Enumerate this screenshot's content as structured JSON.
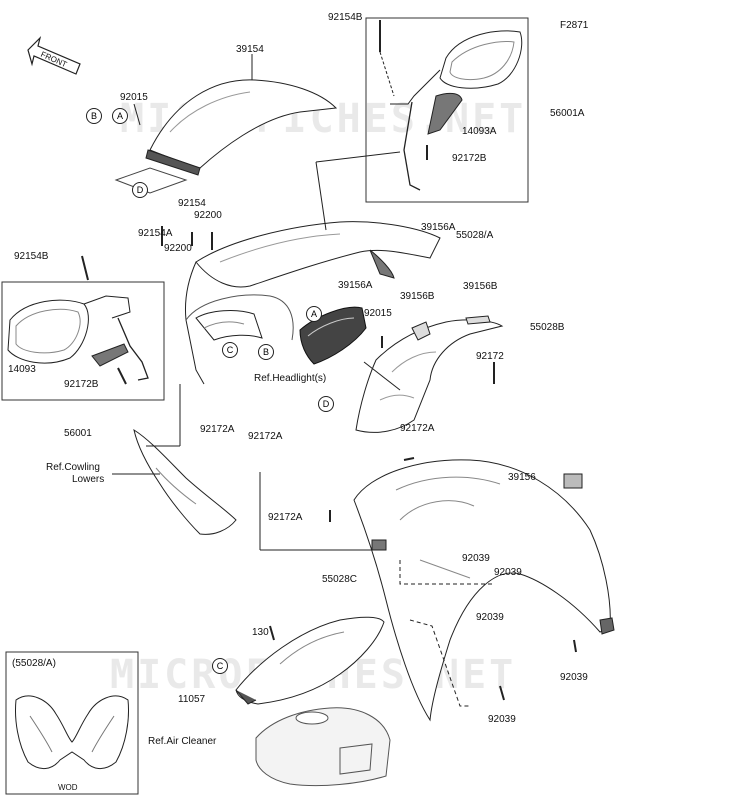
{
  "diagram_code": "F2871",
  "watermark": "MICROFICHES.NET",
  "front_arrow": "FRONT",
  "parts": [
    {
      "id": "p1",
      "label": "92154B"
    },
    {
      "id": "p2",
      "label": "39154"
    },
    {
      "id": "p3",
      "label": "92015"
    },
    {
      "id": "p4",
      "label": "56001A"
    },
    {
      "id": "p5",
      "label": "14093A"
    },
    {
      "id": "p6",
      "label": "92172B"
    },
    {
      "id": "p7",
      "label": "92154"
    },
    {
      "id": "p8",
      "label": "92200"
    },
    {
      "id": "p9",
      "label": "55028/A"
    },
    {
      "id": "p10",
      "label": "39156A"
    },
    {
      "id": "p11",
      "label": "92154A"
    },
    {
      "id": "p12",
      "label": "92200"
    },
    {
      "id": "p13",
      "label": "92154B"
    },
    {
      "id": "p14",
      "label": "39156A"
    },
    {
      "id": "p15",
      "label": "39156B"
    },
    {
      "id": "p16",
      "label": "39156B"
    },
    {
      "id": "p17",
      "label": "92015"
    },
    {
      "id": "p18",
      "label": "55028B"
    },
    {
      "id": "p19",
      "label": "14093"
    },
    {
      "id": "p20",
      "label": "92172B"
    },
    {
      "id": "p21",
      "label": "92172"
    },
    {
      "id": "p22",
      "label": "56001"
    },
    {
      "id": "p23",
      "label": "92172A"
    },
    {
      "id": "p24",
      "label": "92172A"
    },
    {
      "id": "p25",
      "label": "92172A"
    },
    {
      "id": "p26",
      "label": "39156"
    },
    {
      "id": "p27",
      "label": "92172A"
    },
    {
      "id": "p28",
      "label": "92039"
    },
    {
      "id": "p29",
      "label": "92039"
    },
    {
      "id": "p30",
      "label": "55028C"
    },
    {
      "id": "p31",
      "label": "92039"
    },
    {
      "id": "p32",
      "label": "130"
    },
    {
      "id": "p33",
      "label": "92039"
    },
    {
      "id": "p34",
      "label": "11057"
    },
    {
      "id": "p35",
      "label": "92039"
    }
  ],
  "references": {
    "headlight": "Ref.Headlight(s)",
    "cowling_line1": "Ref.Cowling",
    "cowling_line2": "Lowers",
    "air_cleaner": "Ref.Air Cleaner"
  },
  "callouts": [
    {
      "id": "c1",
      "letter": "A"
    },
    {
      "id": "c2",
      "letter": "B"
    },
    {
      "id": "c3",
      "letter": "D"
    },
    {
      "id": "c4",
      "letter": "A"
    },
    {
      "id": "c5",
      "letter": "C"
    },
    {
      "id": "c6",
      "letter": "B"
    },
    {
      "id": "c7",
      "letter": "D"
    },
    {
      "id": "c8",
      "letter": "C"
    }
  ],
  "inset": {
    "title": "(55028/A)",
    "variant": "WOD"
  }
}
